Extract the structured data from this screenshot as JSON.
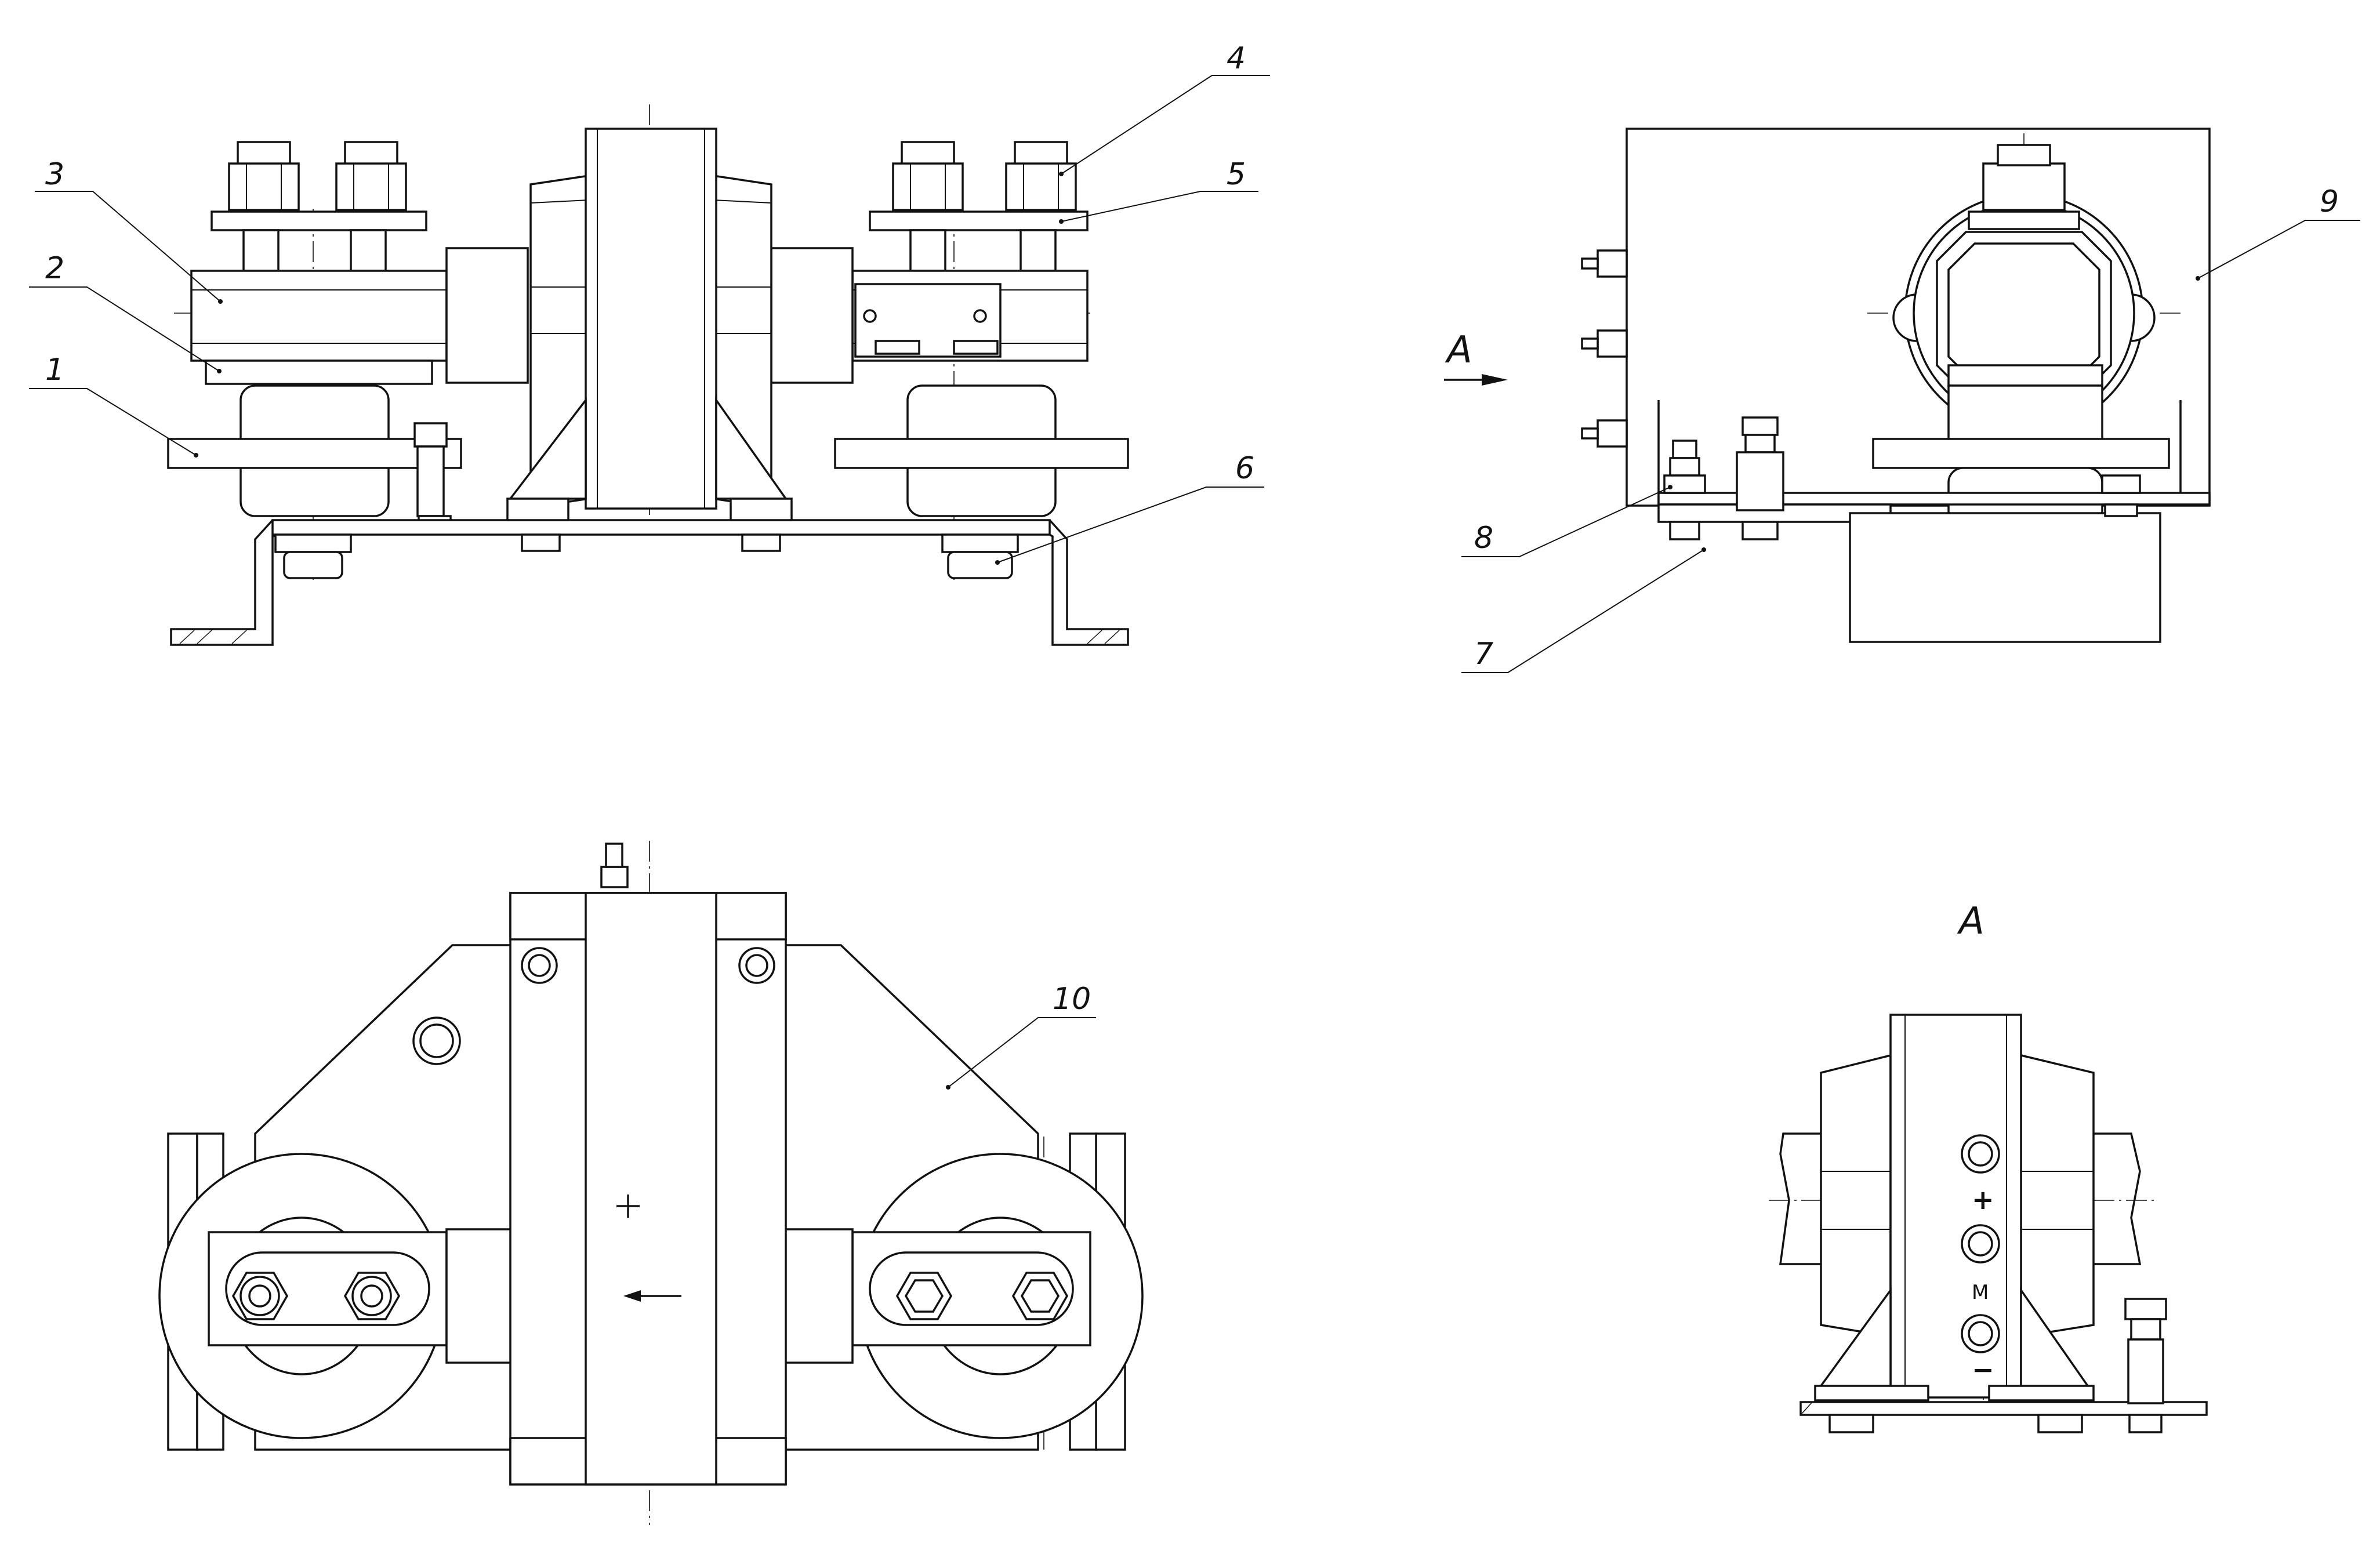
{
  "drawing": {
    "callouts": [
      "1",
      "2",
      "3",
      "4",
      "5",
      "6",
      "7",
      "8",
      "9",
      "10"
    ],
    "view_arrow_label": "A",
    "view_a_title": "A",
    "terminal_plus": "+",
    "terminal_m": "М",
    "terminal_minus": "−"
  }
}
